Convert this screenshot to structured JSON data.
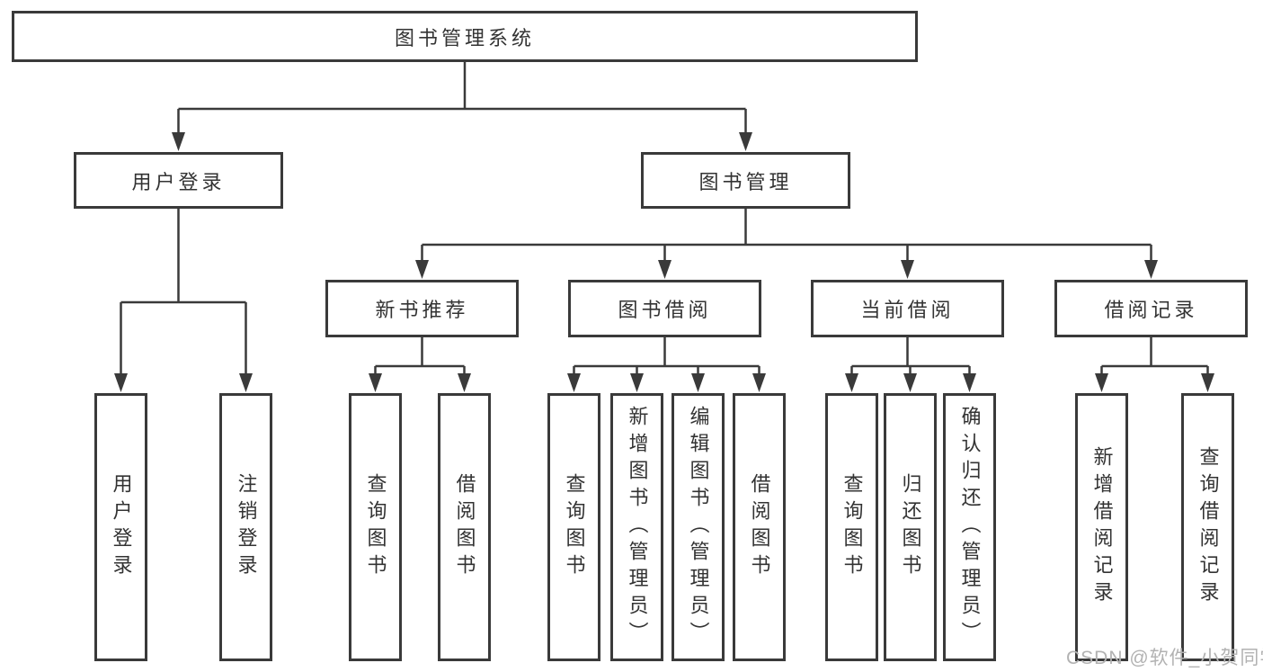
{
  "tree": {
    "root": "图书管理系统",
    "level2": [
      "用户登录",
      "图书管理"
    ],
    "level3": [
      "新书推荐",
      "图书借阅",
      "当前借阅",
      "借阅记录"
    ],
    "leaves": {
      "user_login": [
        "用户登录",
        "注销登录"
      ],
      "new_book_recommend": [
        "查询图书",
        "借阅图书"
      ],
      "book_borrow": [
        "查询图书",
        "新增图书（管理员）",
        "编辑图书（管理员）",
        "借阅图书"
      ],
      "current_borrow": [
        "查询图书",
        "归还图书",
        "确认归还（管理员）"
      ],
      "borrow_records": [
        "新增借阅记录",
        "查询借阅记录"
      ]
    }
  },
  "watermark": "CSDN @软件_小贺同学",
  "colors": {
    "line": "#3a3a3a",
    "box_border": "#3a3a3a",
    "text": "#333333",
    "watermark": "#b2b2b2",
    "background": "#ffffff"
  }
}
